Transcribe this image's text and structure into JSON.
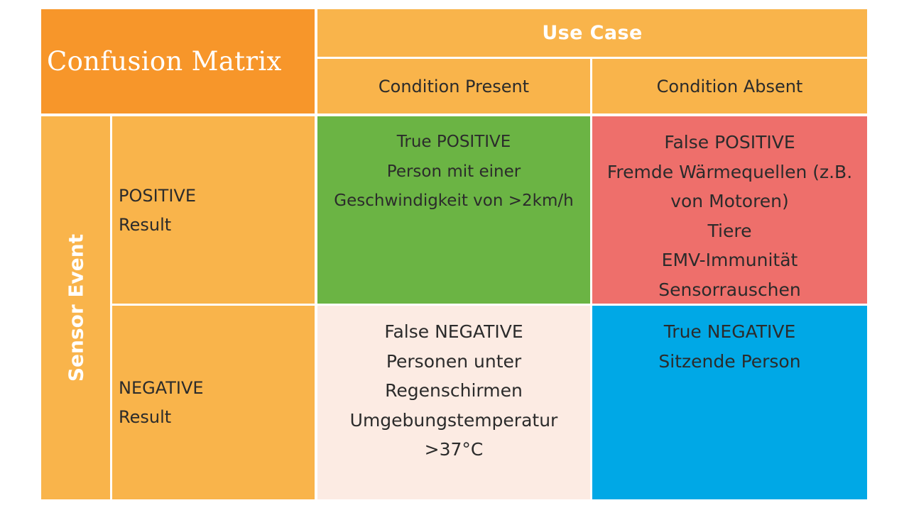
{
  "title": "Confusion Matrix",
  "header": {
    "use_case": "Use Case",
    "columns": [
      "Condition Present",
      "Condition Absent"
    ]
  },
  "row_group": "Sensor Event",
  "rows": [
    {
      "label": [
        "POSITIVE",
        "Result"
      ]
    },
    {
      "label": [
        "NEGATIVE",
        "Result"
      ]
    }
  ],
  "cells": {
    "true_positive": [
      "True POSITIVE",
      "Person mit einer",
      "Geschwindigkeit von >2km/h"
    ],
    "false_positive": [
      "False POSITIVE",
      "Fremde Wärmequellen (z.B.",
      "von Motoren)",
      "Tiere",
      "EMV-Immunität",
      "Sensorrauschen"
    ],
    "false_negative": [
      "False NEGATIVE",
      "Personen unter",
      "Regenschirmen",
      "Umgebungstemperatur",
      ">37°C"
    ],
    "true_negative": [
      "True NEGATIVE",
      "Sitzende Person"
    ]
  },
  "colors": {
    "title_bg": "#f7962a",
    "header_bg": "#f9b44b",
    "true_positive": "#6bb444",
    "false_positive": "#ee6f6b",
    "false_negative": "#fcebe3",
    "true_negative": "#00a8e6"
  }
}
